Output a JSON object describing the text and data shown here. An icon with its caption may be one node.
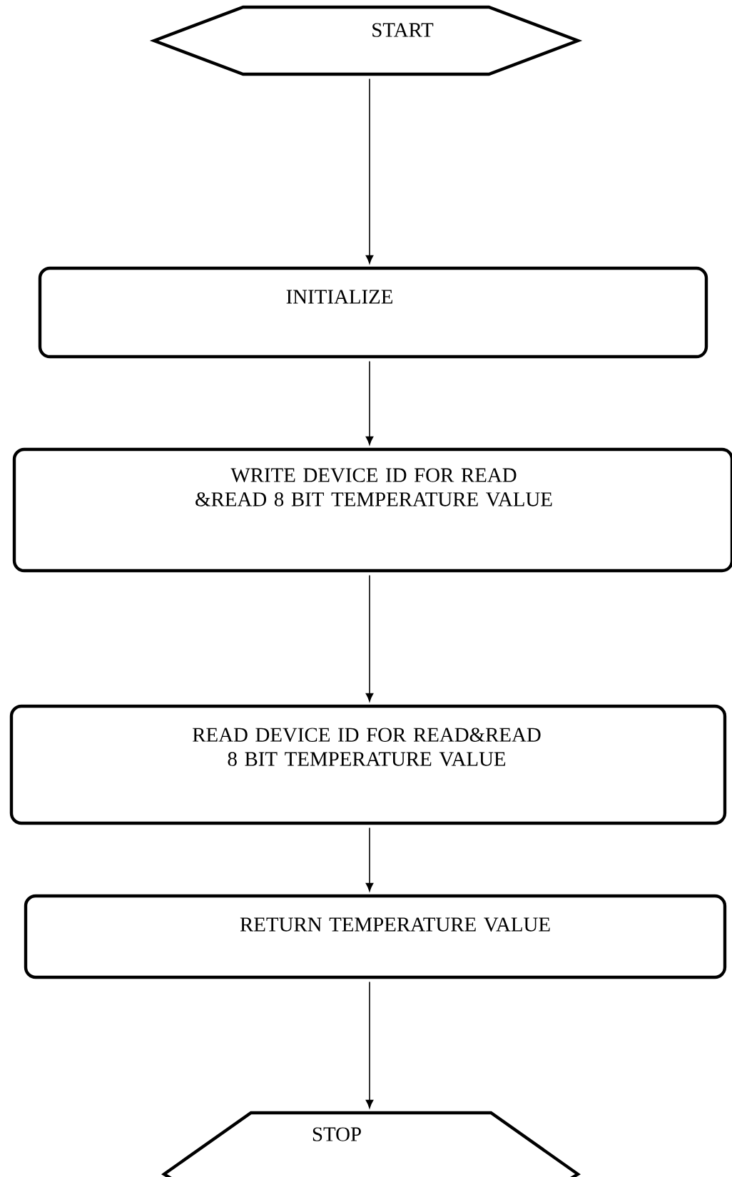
{
  "diagram": {
    "nodes": [
      {
        "text": [
          "START"
        ]
      },
      {
        "text": [
          "INITIALIZE"
        ]
      },
      {
        "text": [
          "WRITE DEVICE ID FOR READ &READ 8 BIT TEMPERATURE VALUE"
        ]
      },
      {
        "text": [
          "READ DEVICE ID FOR READ&READ 8 BIT TEMPERATURE VALUE"
        ]
      },
      {
        "text": [
          "RETURN TEMPERATURE VALUE"
        ]
      },
      {
        "text": [
          "STOP"
        ]
      }
    ],
    "edges": [
      {
        "from": 0,
        "to": 1,
        "arrow": "to"
      },
      {
        "from": 1,
        "to": 2,
        "arrow": "to"
      },
      {
        "from": 2,
        "to": 3,
        "arrow": "to"
      },
      {
        "from": 3,
        "to": 4,
        "arrow": "to"
      },
      {
        "from": 4,
        "to": 5,
        "arrow": "to"
      }
    ]
  }
}
